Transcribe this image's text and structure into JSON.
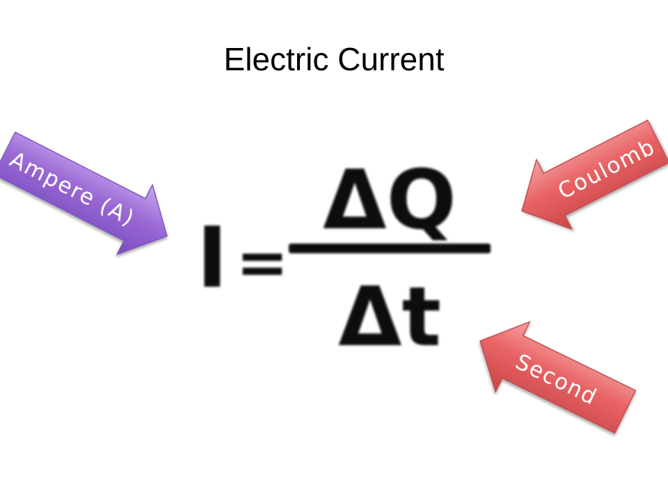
{
  "slide": {
    "title": "Electric Current"
  },
  "formula": {
    "lhs": "I",
    "equals": "=",
    "numerator": "ΔQ",
    "denominator": "Δt"
  },
  "annotations": [
    {
      "label": "Ampere (A)",
      "color": "#9b6ad6",
      "points_to": "I"
    },
    {
      "label": "Coulomb",
      "color": "#e86466",
      "points_to": "ΔQ"
    },
    {
      "label": "Second",
      "color": "#e86466",
      "points_to": "Δt"
    }
  ]
}
